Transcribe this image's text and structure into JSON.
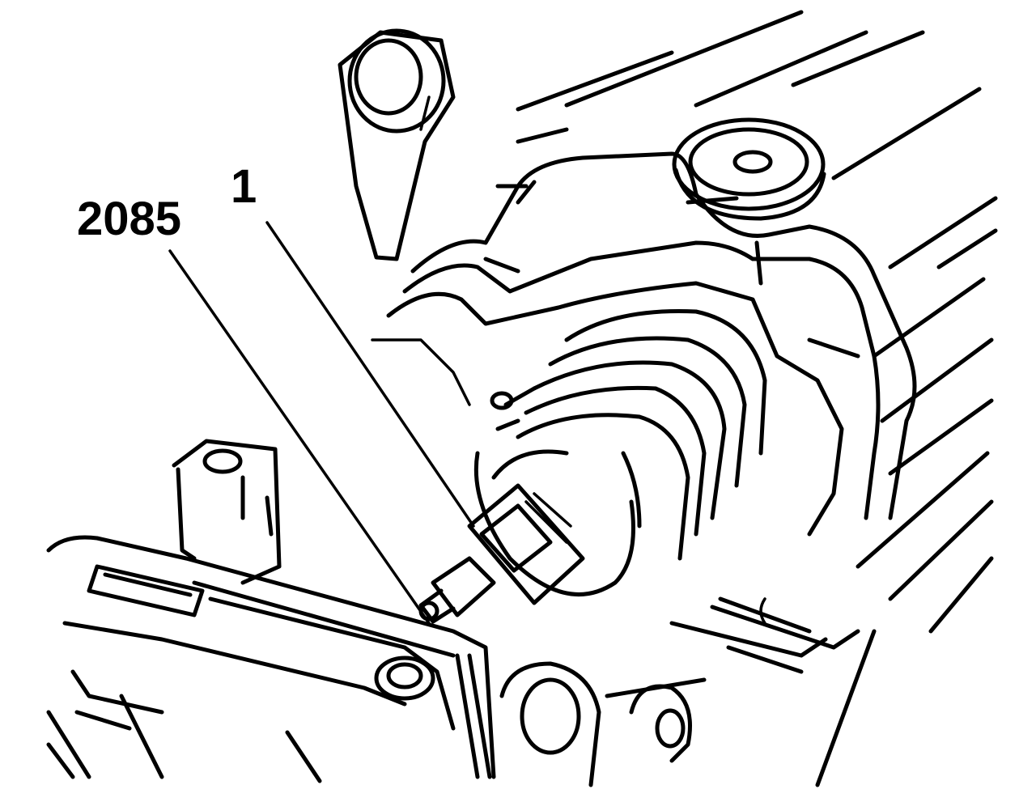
{
  "callouts": [
    {
      "id": "1",
      "label": "1"
    },
    {
      "id": "2085",
      "label": "2085"
    }
  ],
  "colors": {
    "ink": "#000000",
    "paper": "#ffffff"
  }
}
